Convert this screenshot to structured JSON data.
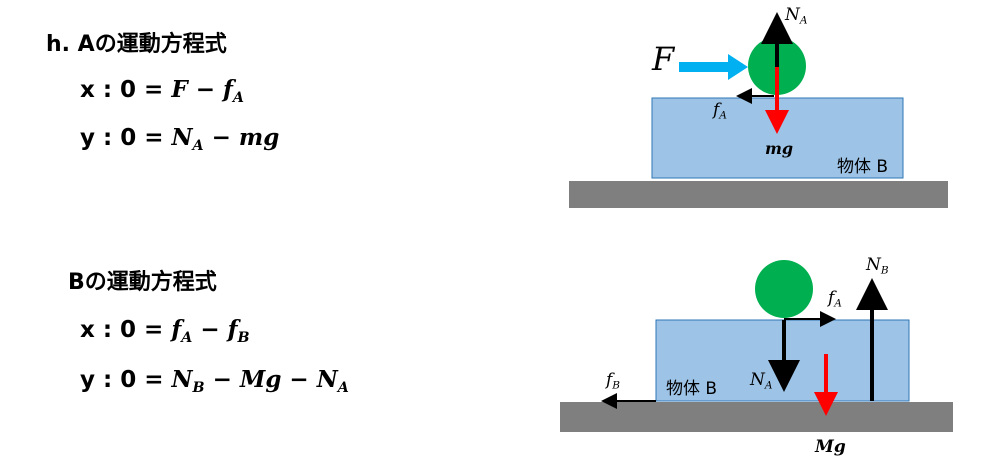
{
  "sectionA": {
    "title": "h. Aの運動方程式",
    "x_prefix": "x : 0 = ",
    "x_F": "F",
    "x_minus": " − ",
    "x_f": "f",
    "x_f_sub": "A",
    "y_prefix": "y : 0 = ",
    "y_N": "N",
    "y_N_sub": "A",
    "y_rest": " − mg"
  },
  "sectionB": {
    "title": "Bの運動方程式",
    "x_prefix": "x : 0 = ",
    "x_f1": "f",
    "x_f1_sub": "A",
    "x_minus": " − ",
    "x_f2": "f",
    "x_f2_sub": "B",
    "y_prefix": "y : 0 = ",
    "y_N": "N",
    "y_N_sub": "B",
    "y_mid": " − Mg  − ",
    "y_N2": "N",
    "y_N2_sub": "A"
  },
  "diagram1": {
    "F": "F",
    "NA": "N",
    "NA_sub": "A",
    "fA": "f",
    "fA_sub": "A",
    "mg": "mg",
    "body": "物体 B"
  },
  "diagram2": {
    "NB": "N",
    "NB_sub": "B",
    "fA": "f",
    "fA_sub": "A",
    "NA": "N",
    "NA_sub": "A",
    "fB": "f",
    "fB_sub": "B",
    "Mg": "Mg",
    "body": "物体 B"
  },
  "colors": {
    "ball": "#00b050",
    "block": "#9dc3e6",
    "block_border": "#2e75b6",
    "ground": "#7f7f7f",
    "gravity_arrow": "#ff0000",
    "push_arrow": "#00b0f0",
    "force_arrow": "#000000"
  }
}
